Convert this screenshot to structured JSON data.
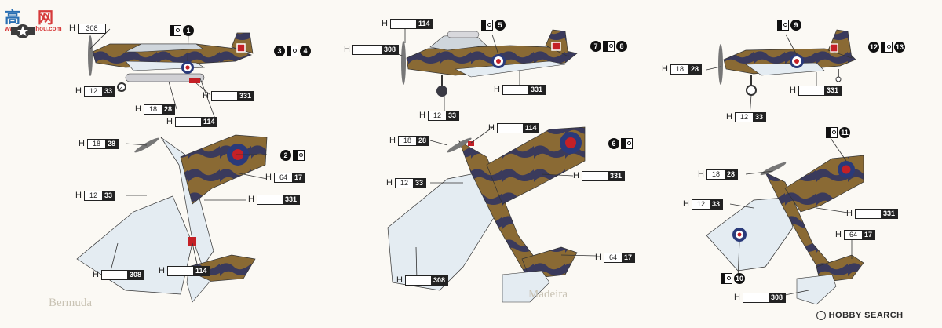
{
  "logo": {
    "site_cn": "高",
    "site_cn2": "网",
    "site_url": "www.gaoshou.com"
  },
  "watermark": {
    "brand": "HOBBY SEARCH"
  },
  "places": {
    "bermuda": "Bermuda",
    "madeira": "Madeira"
  },
  "callouts": {
    "c1": {
      "h": "H",
      "a": "308"
    },
    "c2": {
      "h": "H",
      "a": "12",
      "b": "33"
    },
    "c3": {
      "h": "H",
      "a": "18",
      "b": "28"
    },
    "c4": {
      "h": "H",
      "b": "331"
    },
    "c5": {
      "h": "H",
      "b": "114"
    },
    "c6": {
      "h": "H",
      "a": "18",
      "b": "28"
    },
    "c7": {
      "h": "H",
      "a": "64",
      "b": "17"
    },
    "c8": {
      "h": "H",
      "a": "12",
      "b": "33"
    },
    "c9": {
      "h": "H",
      "b": "331"
    },
    "c10": {
      "h": "H",
      "b": "308"
    },
    "c11": {
      "h": "H",
      "b": "114"
    },
    "c12": {
      "h": "H",
      "b": "114"
    },
    "c13": {
      "h": "H",
      "b": "308"
    },
    "c14": {
      "h": "H",
      "b": "331"
    },
    "c15": {
      "h": "H",
      "a": "12",
      "b": "33"
    },
    "c16": {
      "h": "H",
      "b": "114"
    },
    "c17": {
      "h": "H",
      "a": "18",
      "b": "28"
    },
    "c18": {
      "h": "H",
      "b": "331"
    },
    "c19": {
      "h": "H",
      "a": "12",
      "b": "33"
    },
    "c20": {
      "h": "H",
      "a": "64",
      "b": "17"
    },
    "c21": {
      "h": "H",
      "b": "308"
    },
    "c22": {
      "h": "H",
      "a": "18",
      "b": "28"
    },
    "c23": {
      "h": "H",
      "b": "331"
    },
    "c24": {
      "h": "H",
      "a": "12",
      "b": "33"
    },
    "c25": {
      "h": "H",
      "a": "18",
      "b": "28"
    },
    "c26": {
      "h": "H",
      "a": "12",
      "b": "33"
    },
    "c27": {
      "h": "H",
      "b": "331"
    },
    "c28": {
      "h": "H",
      "a": "64",
      "b": "17"
    },
    "c29": {
      "h": "H",
      "b": "308"
    }
  },
  "markers": {
    "m1": "1",
    "m2": "2",
    "m3": "3",
    "m4": "4",
    "m5": "5",
    "m6": "6",
    "m7": "7",
    "m8": "8",
    "m9": "9",
    "m10": "10",
    "m11": "11",
    "m12": "12",
    "m13": "13"
  },
  "colors": {
    "earth": "#8a6a34",
    "slate": "#3a3a5c",
    "underside": "#e4ecf2",
    "roundel_red": "#c42026",
    "roundel_blue": "#2a3a7a"
  }
}
